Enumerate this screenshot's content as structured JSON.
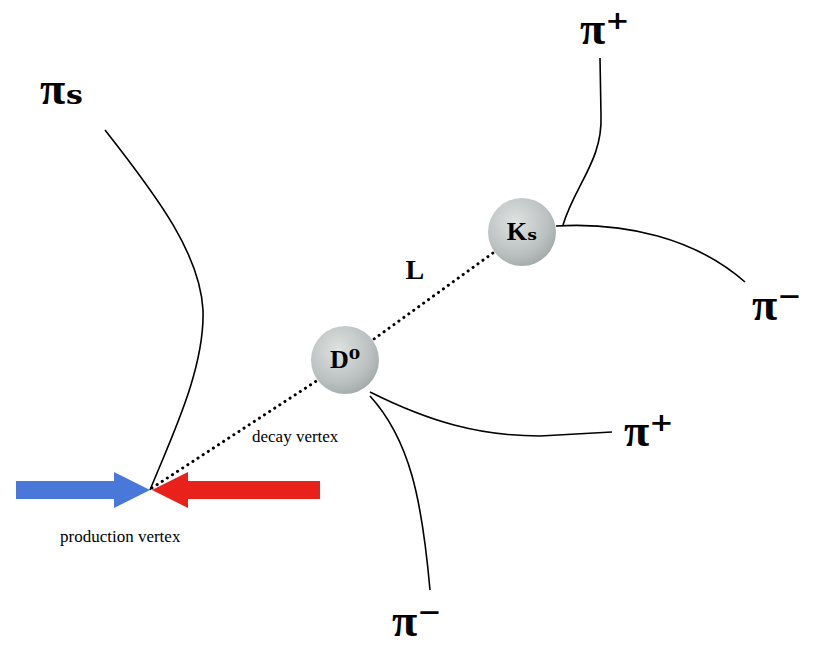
{
  "diagram": {
    "nodes": [
      {
        "text": [
          "D⁰"
        ]
      },
      {
        "text": [
          "Kₛ"
        ]
      }
    ],
    "edges": [
      {
        "from": 0,
        "to": 1,
        "arrow": "none",
        "label": "L"
      }
    ],
    "labels": [
      "π⁺",
      "πₛ",
      "π⁻",
      "π⁺",
      "decay vertex",
      "production vertex",
      "π⁻"
    ]
  }
}
